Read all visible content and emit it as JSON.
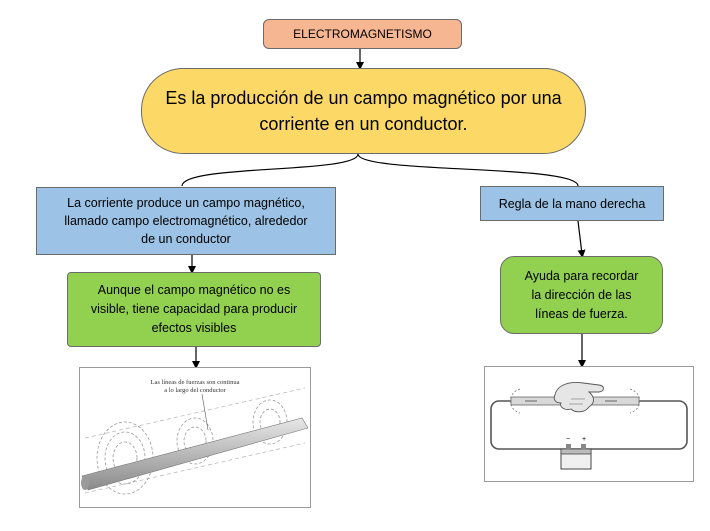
{
  "title": "ELECTROMAGNETISMO",
  "definition": [
    "Es la producción de un campo magnético por una",
    "corriente en un conductor."
  ],
  "left_branch": {
    "text": [
      "La corriente produce un campo magnético,",
      "llamado campo electromagnético, alrededor",
      "de un conductor"
    ],
    "detail": [
      "Aunque el campo magnético no es",
      "visible, tiene capacidad para producir",
      "efectos visibles"
    ],
    "image_caption": [
      "Las líneas de fuerzas son continua",
      "a lo largo del conductor"
    ]
  },
  "right_branch": {
    "text": "Regla de la mano derecha",
    "detail": [
      "Ayuda para recordar",
      "la dirección de las",
      "líneas de fuerza."
    ],
    "battery_minus": "−",
    "battery_plus": "+"
  },
  "colors": {
    "title_fill": "#f5b691",
    "definition_fill": "#fcd967",
    "branch_fill": "#9cc2e5",
    "detail_fill": "#92d050"
  }
}
